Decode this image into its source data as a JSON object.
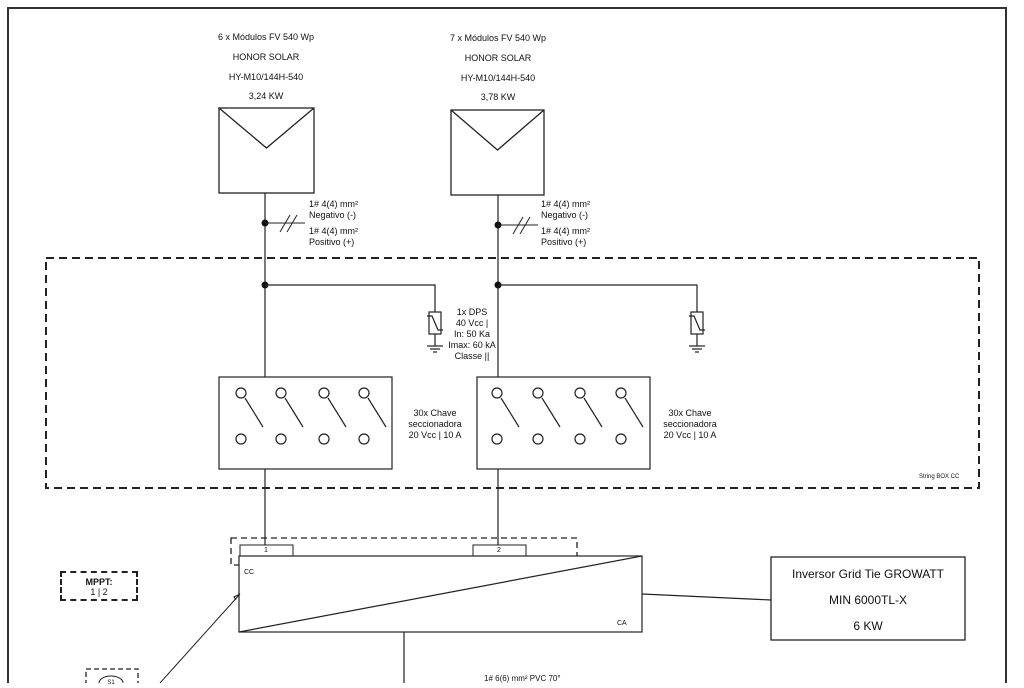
{
  "arrays": [
    {
      "line1": "6 x Módulos FV 540 Wp",
      "line2": "HONOR SOLAR",
      "line3": "HY-M10/144H-540",
      "line4": "3,24 KW"
    },
    {
      "line1": "7 x Módulos FV 540 Wp",
      "line2": "HONOR SOLAR",
      "line3": "HY-M10/144H-540",
      "line4": "3,78 KW"
    }
  ],
  "cable_labels": {
    "neg_size": "1# 4(4) mm²",
    "neg_text": "Negativo (-)",
    "pos_size": "1# 4(4) mm²",
    "pos_text": "Positivo (+)"
  },
  "dps": {
    "line1": "1x DPS",
    "line2": "40  Vcc |",
    "line3": "In: 50 Ka",
    "line4": "Imax: 60 kA",
    "line5": "Classe ||"
  },
  "switch": {
    "line1": "30x Chave",
    "line2": "seccionadora",
    "line3": "20 Vcc  |  10 A"
  },
  "string_box_label": "String BOX CC",
  "mppt": {
    "title": "MPPT:",
    "value": "1 | 2"
  },
  "inputs": [
    "1",
    "2"
  ],
  "inverter": {
    "cc": "CC",
    "ca": "CA"
  },
  "inverter_box": {
    "line1": "Inversor Grid Tie GROWATT",
    "line2": "MIN 6000TL-X",
    "line3": "6 KW"
  },
  "bottom_cable": "1# 6(6) mm²  PVC 70°",
  "s1_label": "S1"
}
